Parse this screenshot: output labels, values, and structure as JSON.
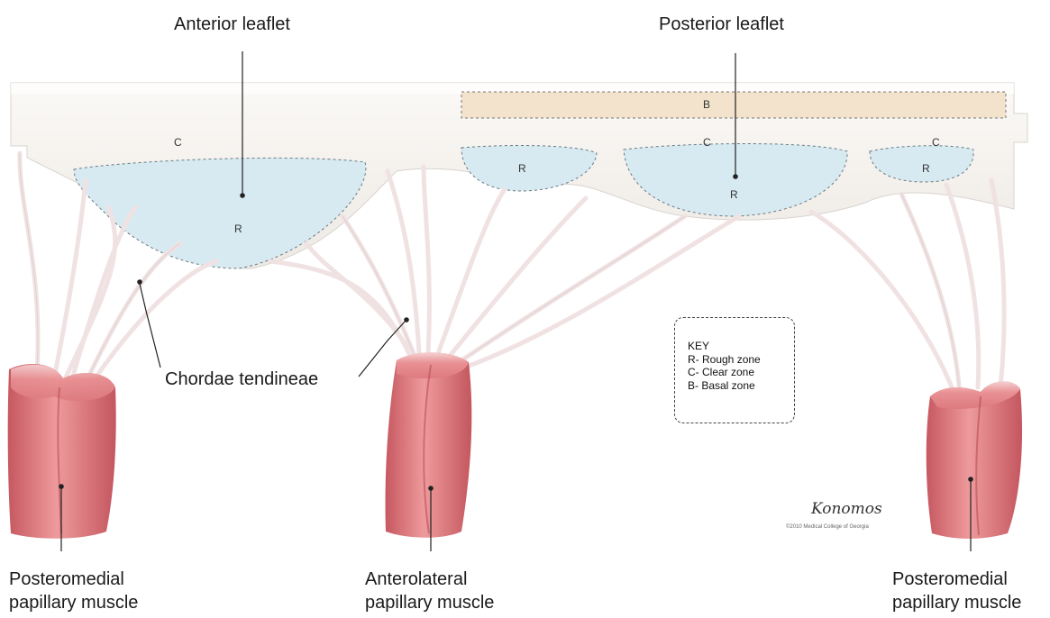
{
  "labels": {
    "anterior_leaflet": "Anterior leaflet",
    "posterior_leaflet": "Posterior leaflet",
    "chordae_tendineae": "Chordae tendineae",
    "posteromedial_left_line1": "Posteromedial",
    "posteromedial_left_line2": "papillary muscle",
    "anterolateral_line1": "Anterolateral",
    "anterolateral_line2": "papillary muscle",
    "posteromedial_right_line1": "Posteromedial",
    "posteromedial_right_line2": "papillary muscle"
  },
  "zones": {
    "basal": "B",
    "clear": "C",
    "rough": "R"
  },
  "key": {
    "title": "KEY",
    "rough": "R- Rough zone",
    "clear": "C- Clear zone",
    "basal": "B- Basal zone"
  },
  "signature": "Konomos",
  "copyright": "©2010 Medical College of Georgia",
  "colors": {
    "leaflet": "#f6f3ef",
    "rough_zone": "#d6e9f2",
    "basal_zone": "#f3e3cc",
    "chordae": "#f2e4e4",
    "muscle": "#e8868a",
    "muscle_dark": "#c85a62"
  }
}
